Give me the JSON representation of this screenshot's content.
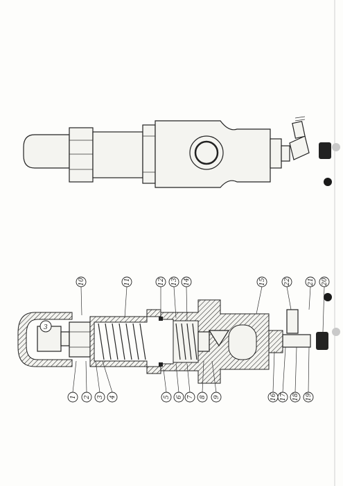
{
  "diagram": {
    "callouts": [
      "1",
      "2",
      "3",
      "4",
      "5",
      "6",
      "7",
      "8",
      "9",
      "10",
      "11",
      "12",
      "13",
      "14",
      "15",
      "16",
      "17",
      "18",
      "19",
      "20",
      "21",
      "22"
    ],
    "inner_label": "3"
  },
  "colors": {
    "ink": "#222222",
    "paper": "#fdfdfb",
    "punch_hole": "#1a1a1a"
  }
}
